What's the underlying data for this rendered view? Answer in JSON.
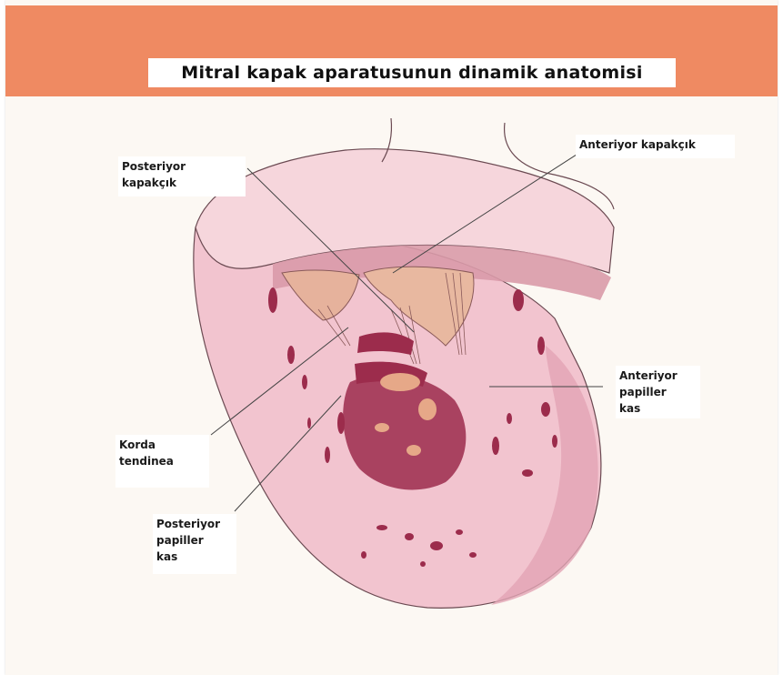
{
  "header": {
    "title": "Mitral kapak aparatusunun dinamik anatomisi",
    "band_color": "#ef8a62"
  },
  "labels": {
    "posterior_leaflet": "Posteriyor\nkapakçık",
    "anterior_leaflet": "Anteriyor kapakçık",
    "anterior_papillary": "Anteriyor\npapiller\nkas",
    "chordae": "Korda\ntendinea",
    "posterior_papillary": "Posteriyor\npapiller\nkas"
  },
  "colors": {
    "tissue": "#f2c4cf",
    "tissue_shadow": "#e2a4b4",
    "leaflet": "#e8b8a0",
    "cavity": "#9c2c4c",
    "outline": "#6b4a52"
  }
}
